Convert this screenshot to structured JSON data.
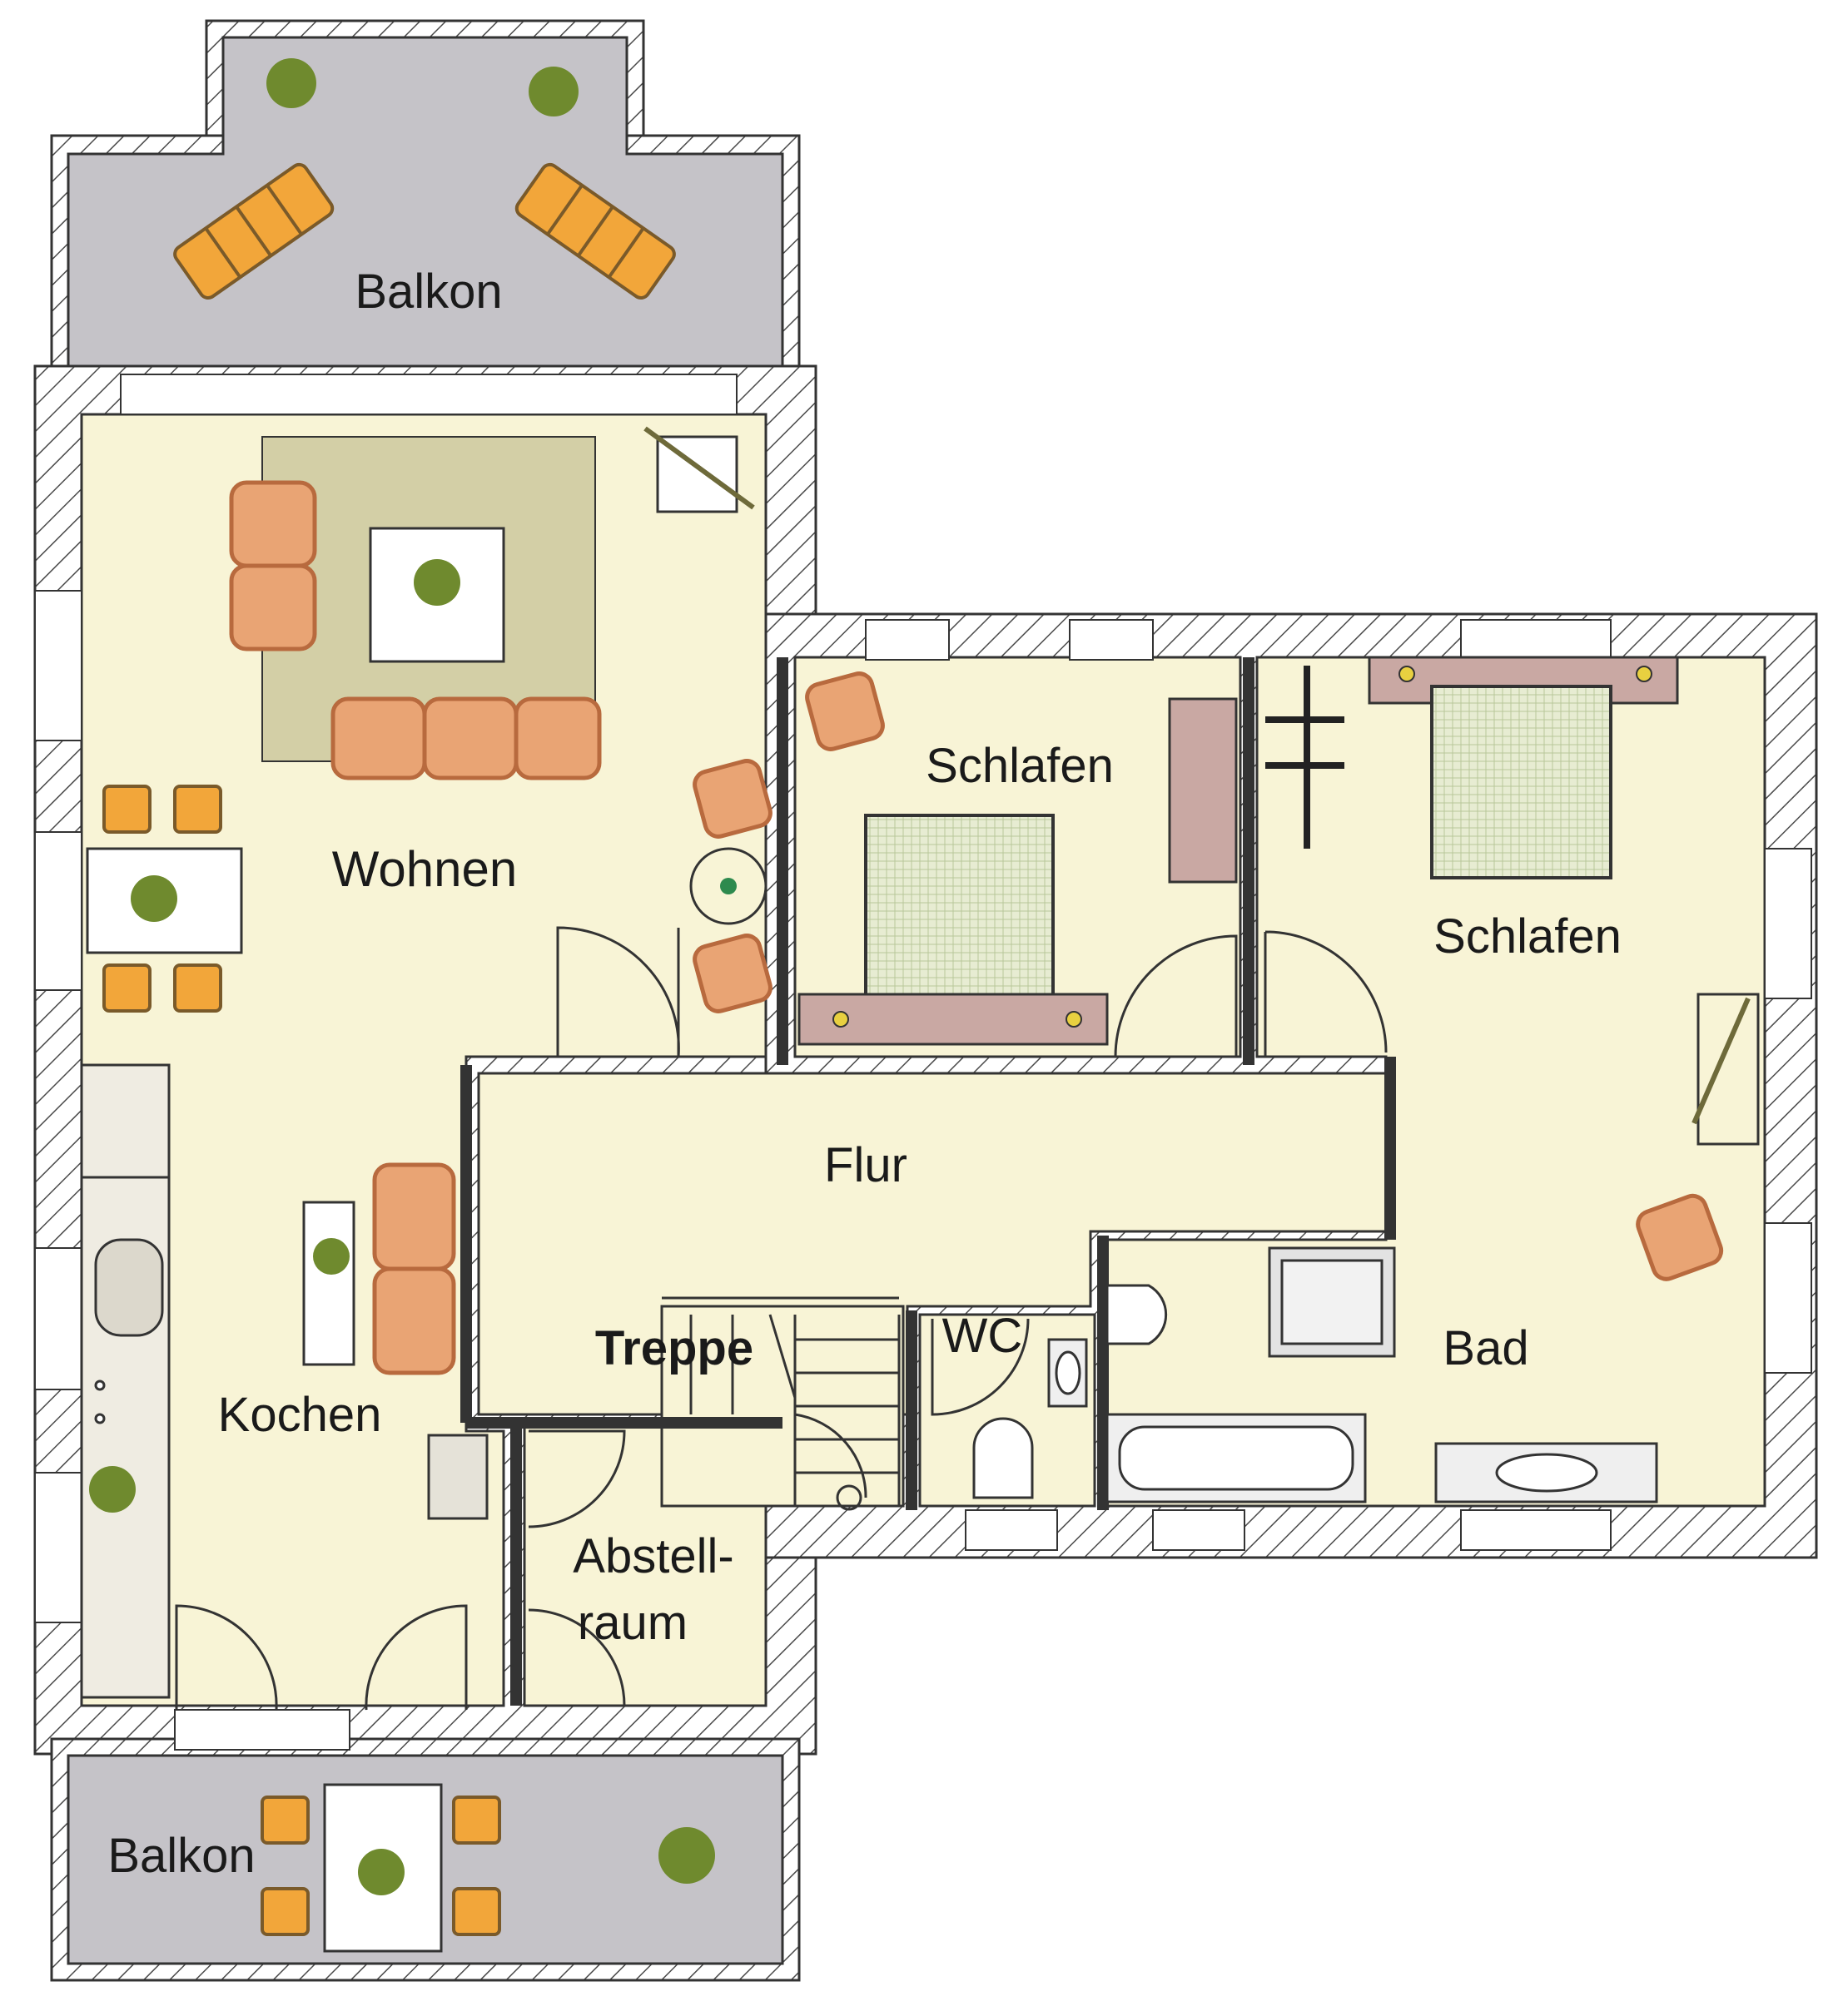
{
  "colors": {
    "floor": "#f8f4d6",
    "balcony": "#c5c3c8",
    "wall": "#ffffff",
    "wall_hatch": "#4a4a4a",
    "outline": "#333333",
    "sofa": "#e9a474",
    "sofa_edge": "#b86a3e",
    "chair_seat": "#f2a63a",
    "rug": "#d3cfa6",
    "bed_cover": "#e7ecd2",
    "wardrobe": "#c9a8a3",
    "plant": "#6f8a2e"
  },
  "rooms": {
    "balkon_top": "Balkon",
    "wohnen": "Wohnen",
    "schlafen_left": "Schlafen",
    "schlafen_right": "Schlafen",
    "flur": "Flur",
    "treppe": "Treppe",
    "wc": "WC",
    "bad": "Bad",
    "kochen": "Kochen",
    "abstellraum_line1": "Abstell-",
    "abstellraum_line2": "raum",
    "balkon_bottom": "Balkon"
  }
}
